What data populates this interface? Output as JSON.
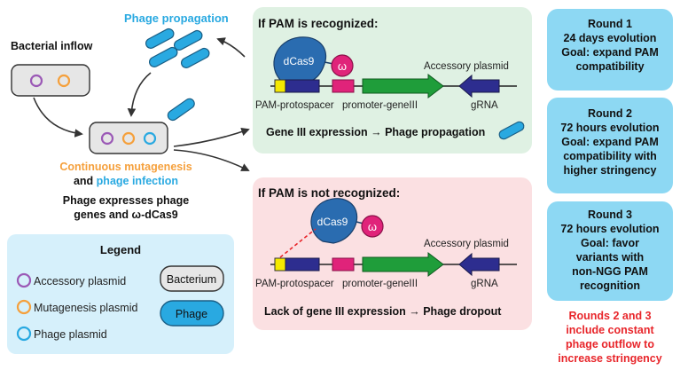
{
  "left": {
    "phage_propagation": "Phage propagation",
    "bacterial_inflow": "Bacterial inflow",
    "continuous_mutagenesis": "Continuous mutagenesis",
    "and_word": "and",
    "phage_infection": "phage infection",
    "expresses_line1": "Phage expresses phage",
    "expresses_line2": "genes and ω-dCas9"
  },
  "legend": {
    "title": "Legend",
    "accessory": "Accessory plasmid",
    "mutagenesis": "Mutagenesis plasmid",
    "phage_plasmid": "Phage plasmid",
    "bacterium": "Bacterium",
    "phage": "Phage"
  },
  "panel_top": {
    "title": "If PAM is recognized:",
    "dcas9": "dCas9",
    "omega": "ω",
    "accessory": "Accessory plasmid",
    "pam": "PAM-protospacer",
    "promoter": "promoter-geneIII",
    "grna": "gRNA",
    "result": "Gene III expression → Phage propagation"
  },
  "panel_bottom": {
    "title": "If PAM is not recognized:",
    "dcas9": "dCas9",
    "omega": "ω",
    "accessory": "Accessory plasmid",
    "pam": "PAM-protospacer",
    "promoter": "promoter-geneIII",
    "grna": "gRNA",
    "result": "Lack of gene III expression → Phage dropout"
  },
  "rounds": [
    {
      "lines": [
        "Round 1",
        "24 days evolution",
        "Goal: expand PAM",
        "compatibility"
      ]
    },
    {
      "lines": [
        "Round 2",
        "72 hours evolution",
        "Goal: expand PAM",
        "compatibility with",
        "higher stringency"
      ]
    },
    {
      "lines": [
        "Round 3",
        "72 hours evolution",
        "Goal: favor",
        "variants with",
        "non-NGG PAM",
        "recognition"
      ]
    }
  ],
  "note": [
    "Rounds 2 and 3",
    "include constant",
    "phage outflow to",
    "increase stringency"
  ],
  "colors": {
    "phage_blue": "#29a9e1",
    "accessory_purple": "#9b59b6",
    "mutagenesis_orange": "#f5a03c",
    "green_panel": "#dff1e3",
    "red_panel": "#fbe0e2",
    "round_box": "#8dd8f3",
    "legend_bg": "#d6f0fb",
    "note_red": "#e8262b"
  }
}
